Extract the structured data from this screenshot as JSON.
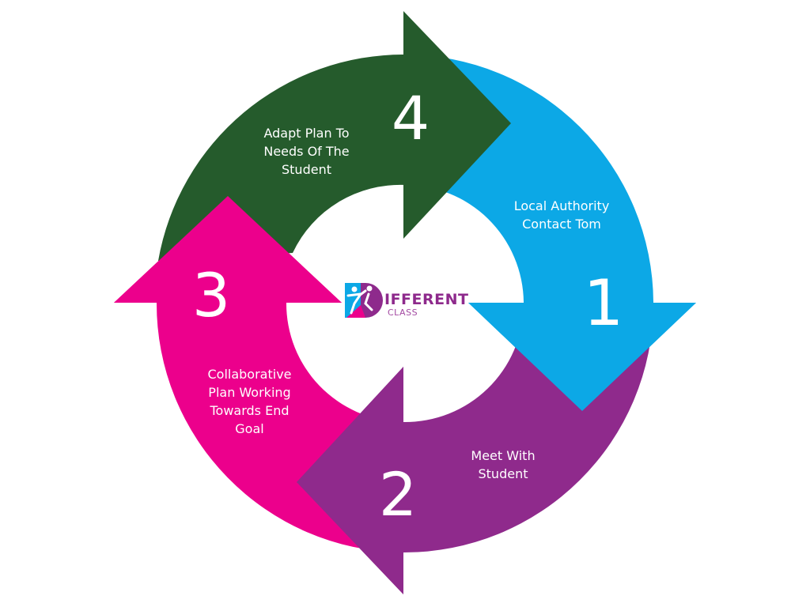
{
  "diagram": {
    "type": "cycle",
    "colors": {
      "step1": "#0ca8e6",
      "step2": "#8f2a8c",
      "step3": "#ec008c",
      "step4": "#255b2c",
      "text": "#ffffff",
      "logo_purple": "#8e2a8c",
      "logo_blue": "#0ca8e6",
      "logo_pink": "#ec008c"
    },
    "steps": [
      {
        "number": "1",
        "label": "Local Authority\nContact Tom",
        "direction": "down"
      },
      {
        "number": "2",
        "label": "Meet With\nStudent",
        "direction": "left"
      },
      {
        "number": "3",
        "label": "Collaborative\nPlan Working\nTowards End\nGoal",
        "direction": "up"
      },
      {
        "number": "4",
        "label": "Adapt Plan To\nNeeds Of The\nStudent",
        "direction": "right"
      }
    ]
  },
  "logo": {
    "wordmark": "IFFERENT",
    "subtitle": "CLASS",
    "icon": "dancing-figure-d-icon"
  }
}
